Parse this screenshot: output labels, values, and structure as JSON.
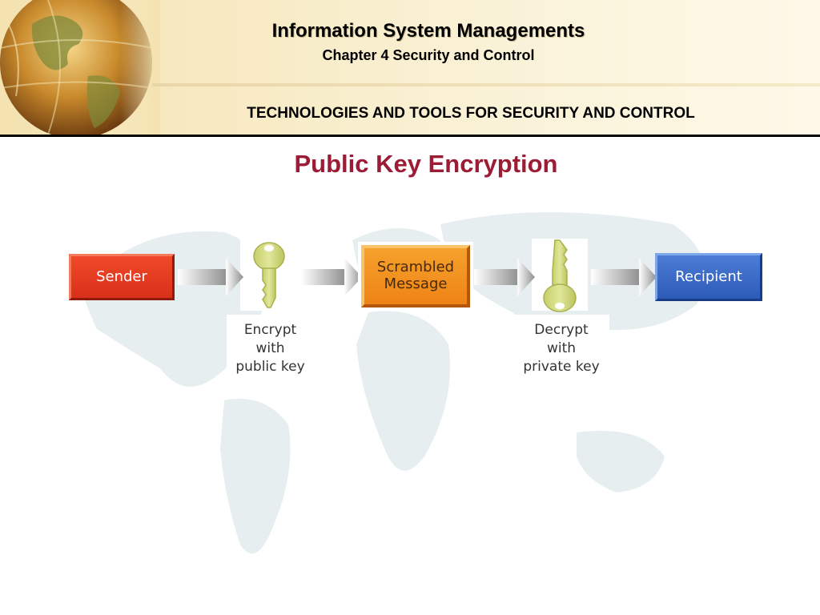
{
  "header": {
    "title": "Information System Managements",
    "subtitle": "Chapter 4 Security and Control",
    "section": "TECHNOLOGIES AND TOOLS FOR SECURITY AND CONTROL"
  },
  "slide": {
    "title": "Public Key Encryption"
  },
  "diagram": {
    "nodes": {
      "sender": "Sender",
      "scrambled_line1": "Scrambled",
      "scrambled_line2": "Message",
      "recipient": "Recipient"
    },
    "encrypt_label": [
      "Encrypt",
      "with",
      "public key"
    ],
    "decrypt_label": [
      "Decrypt",
      "with",
      "private key"
    ]
  },
  "colors": {
    "title_red": "#9b1c34",
    "sender": "#e23c20",
    "scrambled": "#f39020",
    "recipient": "#3a68c8",
    "key": "#d8df8a"
  }
}
